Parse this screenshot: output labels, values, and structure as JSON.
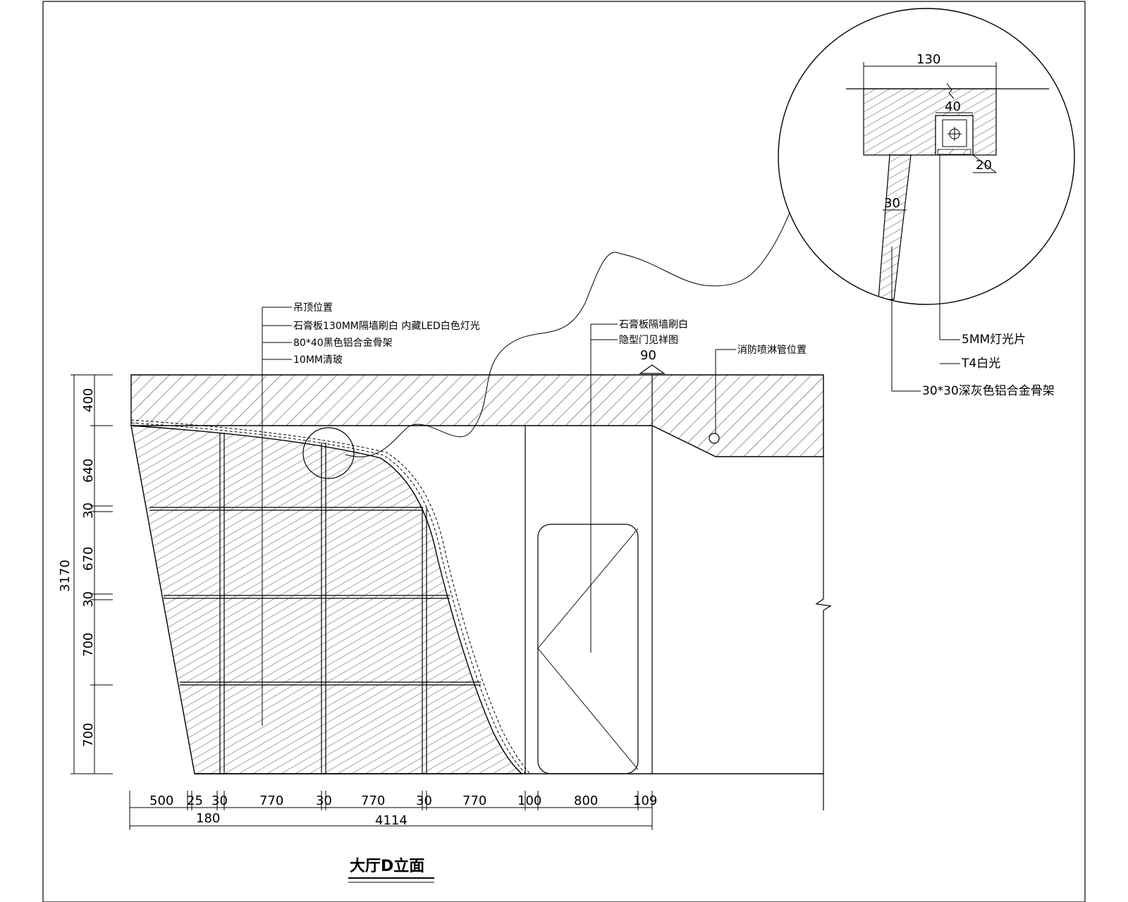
{
  "title": "大厅D立面",
  "leaders_left": [
    "吊顶位置",
    "石膏板130MM隔墙刷白 内藏LED白色灯光",
    "80*40黑色铝合金骨架",
    "10MM清玻"
  ],
  "leaders_mid": [
    "石膏板隔墙刷白",
    "隐型门见祥图"
  ],
  "sprinkler_label": "消防喷淋管位置",
  "door_angle": "90",
  "detail_labels": [
    "5MM灯光片",
    "T4白光",
    "30*30深灰色铝合金骨架"
  ],
  "detail_dims": {
    "width": "130",
    "slot": "40",
    "bottom": "20",
    "post": "30"
  },
  "vertical_dims": {
    "total": "3170",
    "segments": [
      "400",
      "640",
      "30",
      "670",
      "30",
      "700",
      "700"
    ]
  },
  "horizontal_dims": {
    "segments": [
      "500",
      "25",
      "30",
      "770",
      "30",
      "770",
      "30",
      "770",
      "100",
      "800",
      "109"
    ],
    "sub": "180",
    "total": "4114"
  }
}
